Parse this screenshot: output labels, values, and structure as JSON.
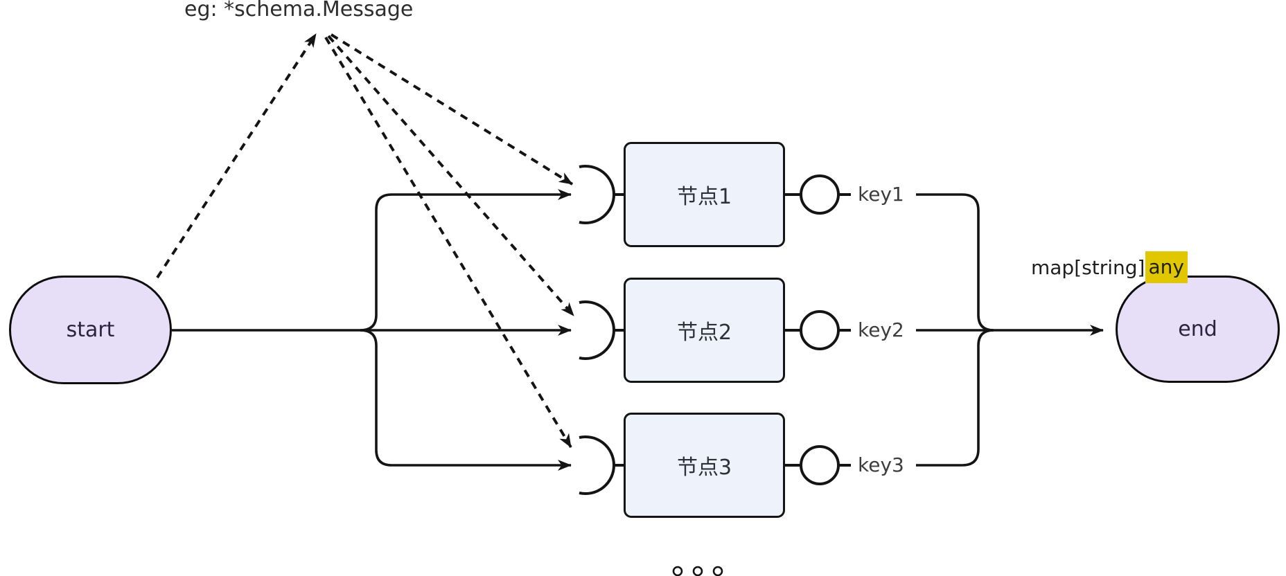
{
  "diagram": {
    "title_annotation": "eg: *schema.Message",
    "start_node": {
      "label": "start"
    },
    "end_node": {
      "label": "end"
    },
    "nodes": [
      {
        "label": "节点1",
        "output_key": "key1"
      },
      {
        "label": "节点2",
        "output_key": "key2"
      },
      {
        "label": "节点3",
        "output_key": "key3"
      }
    ],
    "result_type": {
      "prefix": "map[string]",
      "highlighted": "any"
    },
    "icons": {
      "input_connector": "left-open-crescent-arc",
      "output_port": "small-circle",
      "ellipsis": "three-small-circles"
    },
    "colors": {
      "stroke": "#141414",
      "terminal_fill": "#e7def8",
      "terminal_border": "#0d0d0d",
      "terminal_text": "#2b2340",
      "node_fill": "#eef2fb",
      "node_border": "#141414",
      "node_text": "#2b303b",
      "key_text": "#3d3d3d",
      "annotation_text": "#2d2d2d",
      "highlight": "#e0c700"
    }
  }
}
